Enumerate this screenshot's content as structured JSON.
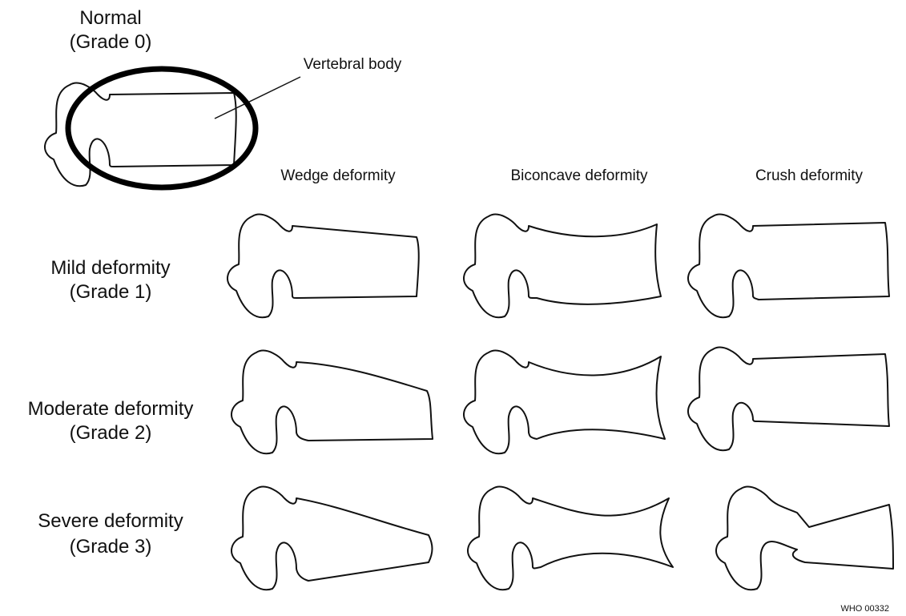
{
  "normal": {
    "title": "Normal",
    "grade": "(Grade 0)",
    "callout": "Vertebral body"
  },
  "columns": [
    {
      "label": "Wedge deformity"
    },
    {
      "label": "Biconcave deformity"
    },
    {
      "label": "Crush deformity"
    }
  ],
  "rows": [
    {
      "title": "Mild deformity",
      "grade": "(Grade 1)"
    },
    {
      "title": "Moderate deformity",
      "grade": "(Grade 2)"
    },
    {
      "title": "Severe deformity",
      "grade": "(Grade 3)"
    }
  ],
  "credit": "WHO 00332"
}
